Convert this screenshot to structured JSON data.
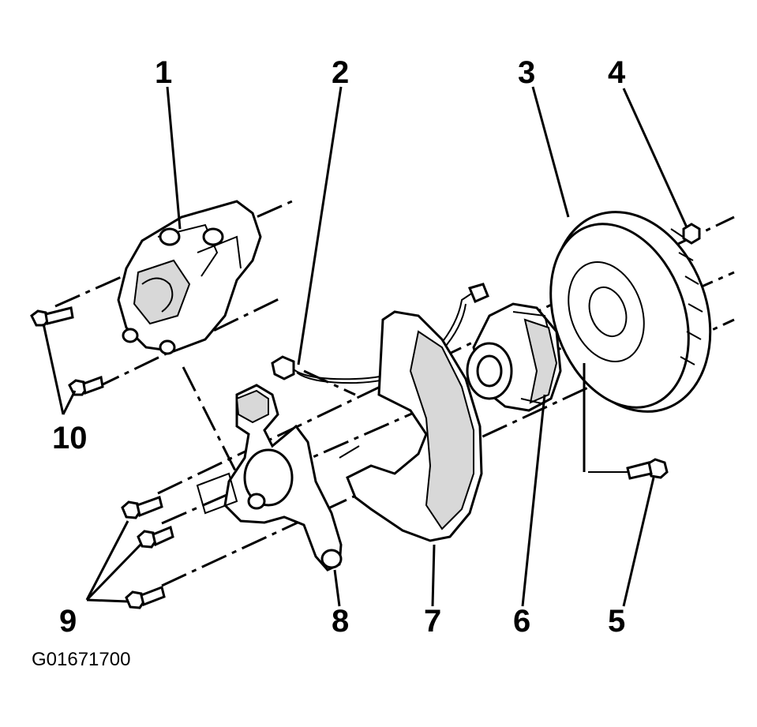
{
  "callouts": [
    {
      "id": "c1",
      "text": "1"
    },
    {
      "id": "c2",
      "text": "2"
    },
    {
      "id": "c3",
      "text": "3"
    },
    {
      "id": "c4",
      "text": "4"
    },
    {
      "id": "c5",
      "text": "5"
    },
    {
      "id": "c6",
      "text": "6"
    },
    {
      "id": "c7",
      "text": "7"
    },
    {
      "id": "c8",
      "text": "8"
    },
    {
      "id": "c9",
      "text": "9"
    },
    {
      "id": "c10",
      "text": "10"
    }
  ],
  "figure_id": "G01671700",
  "colors": {
    "ink": "#000000",
    "paper": "#ffffff"
  }
}
